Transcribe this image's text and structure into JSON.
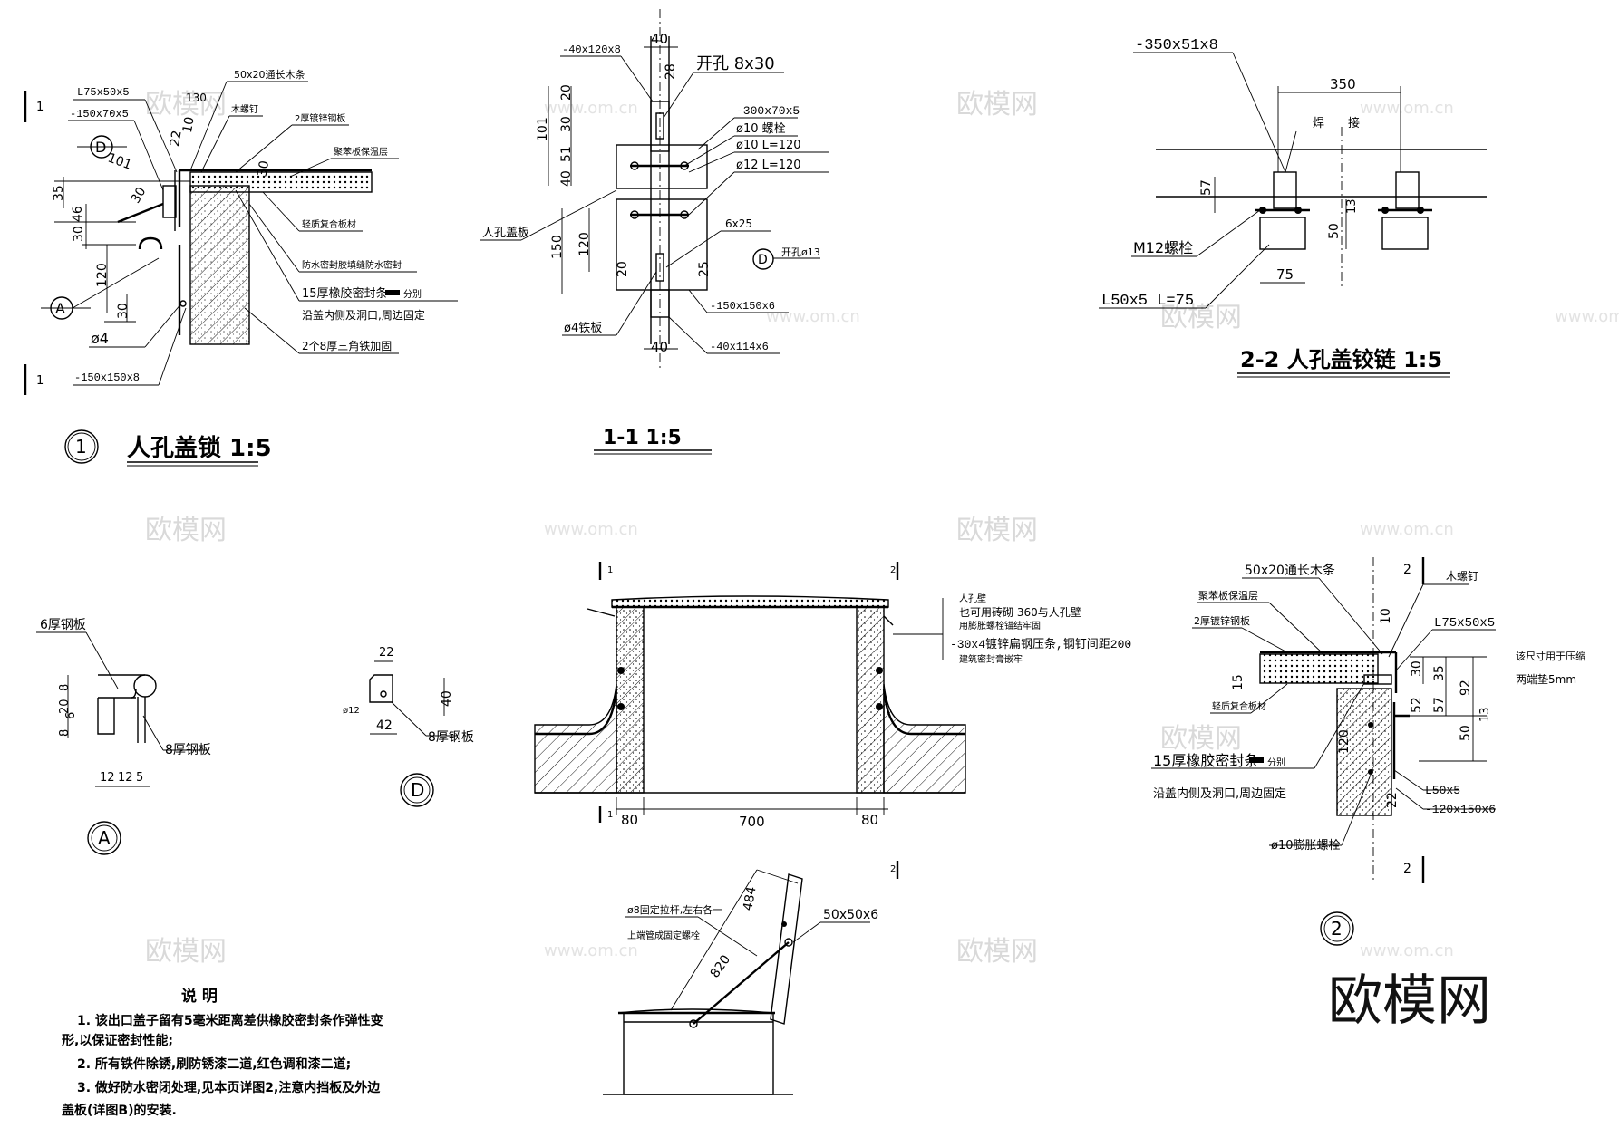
{
  "titles": {
    "detail1": "人孔盖锁 1:5",
    "detail1_num": "1",
    "section11": "1-1 1:5",
    "section22": "2-2 人孔盖铰链 1:5",
    "detailA": "A",
    "detailD": "D",
    "detail2_num": "2"
  },
  "watermark": {
    "brand": "欧模网",
    "url": "www.om.cn"
  },
  "notes": {
    "heading": "说 明",
    "line1": "1. 该出口盖子留有5毫米距离差供橡胶密封条作弹性变",
    "line2": "形,以保证密封性能;",
    "line3": "2. 所有铁件除锈,刷防锈漆二道,红色调和漆二道;",
    "line4": "3. 做好防水密闭处理,见本页详图2,注意内挡板及外边",
    "line5": "盖板(详图B)的安装."
  },
  "d1": {
    "l1": "50x20通长木条",
    "l2": "L75x50x5",
    "l3": "-150x70x5",
    "l4": "木螺钉",
    "l5": "2厚镀锌钢板",
    "l6": "聚苯板保温层",
    "l7": "轻质复合板材",
    "l8": "防水密封胶填缝防水密封",
    "l9": "15厚橡胶密封条",
    "l9b": "分别",
    "l10": "沿盖内侧及洞口,周边固定",
    "l11": "2个8厚三角铁加固",
    "l12": "-150x150x8",
    "l13": "ø4",
    "d1": "101",
    "d2": "35",
    "d3": "30",
    "d4": "46",
    "d5": "30",
    "d6": "120",
    "d7": "30",
    "d8": "22",
    "d9": "10",
    "d10": "30",
    "d11": "130",
    "sec": "1",
    "circD": "D",
    "circA": "A"
  },
  "s11": {
    "l1": "-40x120x8",
    "l2": "开孔 8x30",
    "l3": "-300x70x5",
    "l4": "ø10 螺栓",
    "l5": "ø10 L=120",
    "l6": "ø12 L=120",
    "l7": "人孔盖板",
    "l8": "6x25",
    "l9": "开孔ø13",
    "l10": "-150x150x6",
    "l11": "ø4铁板",
    "l12": "-40x114x6",
    "d1": "40",
    "d2": "20",
    "d3": "101",
    "d4": "30",
    "d5": "51",
    "d6": "40",
    "d7": "150",
    "d8": "120",
    "d9": "20",
    "d10": "25",
    "d11": "40",
    "d12": "28",
    "circD": "D"
  },
  "s22": {
    "l1": "-350x51x8",
    "l2": "350",
    "l3": "焊",
    "l4": "接",
    "l5": "M12螺栓",
    "l6": "L50x5 L=75",
    "d1": "57",
    "d2": "50",
    "d3": "13",
    "d4": "75"
  },
  "dA": {
    "l1": "6厚钢板",
    "l2": "8厚钢板",
    "d1": "20",
    "d2": "8",
    "d3": "6",
    "d4": "8",
    "d5": "12",
    "d6": "12",
    "d7": "5"
  },
  "dD": {
    "l1": "8厚钢板",
    "d1": "22",
    "d2": "40",
    "d3": "42",
    "d4": "ø12"
  },
  "plan": {
    "l1": "人孔壁",
    "l2": "也可用砖砌 360与人孔壁",
    "l3": "用膨胀螺栓锚结牢固",
    "l4": "-30x4镀锌扁钢压条,钢钉间距200",
    "l5": "建筑密封膏嵌牢",
    "d1": "80",
    "d2": "700",
    "d3": "80",
    "sec1": "1",
    "sec2": "2"
  },
  "open": {
    "l1": "ø8固定拉杆,左右各一",
    "l2": "上端管成固定螺栓",
    "l3": "50x50x6",
    "d1": "484",
    "d2": "820",
    "sec": "2"
  },
  "d2": {
    "l1": "50x20通长木条",
    "l2": "木螺钉",
    "l3": "聚苯板保温层",
    "l4": "2厚镀锌钢板",
    "l5": "L75x50x5",
    "l6": "轻质复合板材",
    "l7": "该尺寸用于压缩",
    "l8": "两端垫5mm",
    "l9": "15厚橡胶密封条",
    "l9b": "分别",
    "l10": "沿盖内侧及洞口,周边固定",
    "l11": "L50x5",
    "l12": "-120x150x6",
    "l13": "ø10膨胀螺栓",
    "d1": "10",
    "d2": "15",
    "d3": "30",
    "d4": "35",
    "d5": "92",
    "d6": "52",
    "d7": "57",
    "d8": "13",
    "d9": "50",
    "d10": "120",
    "d11": "22",
    "sec": "2"
  }
}
